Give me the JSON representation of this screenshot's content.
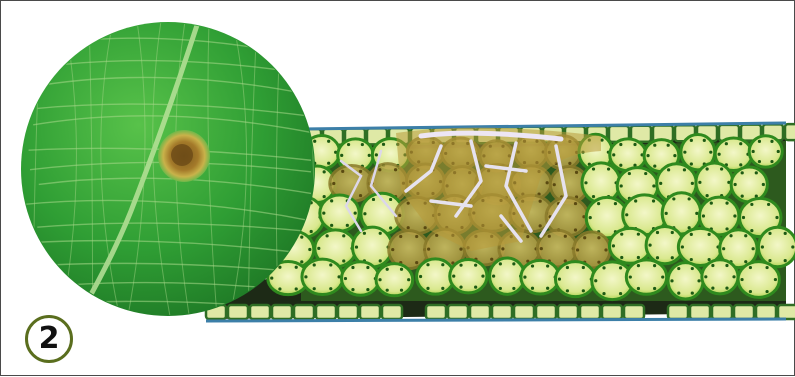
{
  "figure": {
    "step_number": "2",
    "colors": {
      "leaf_green": "#3fae3a",
      "cell_green": "#2f8a1e",
      "cell_fill": "#e8efb8",
      "lesion": "#b89a3a",
      "badge_border": "#5a6e1e",
      "epidermis_blue": "#3c7fa8"
    },
    "icons": [
      "magnified-leaf-disc",
      "leaf-cross-section",
      "lesion-spot"
    ]
  }
}
